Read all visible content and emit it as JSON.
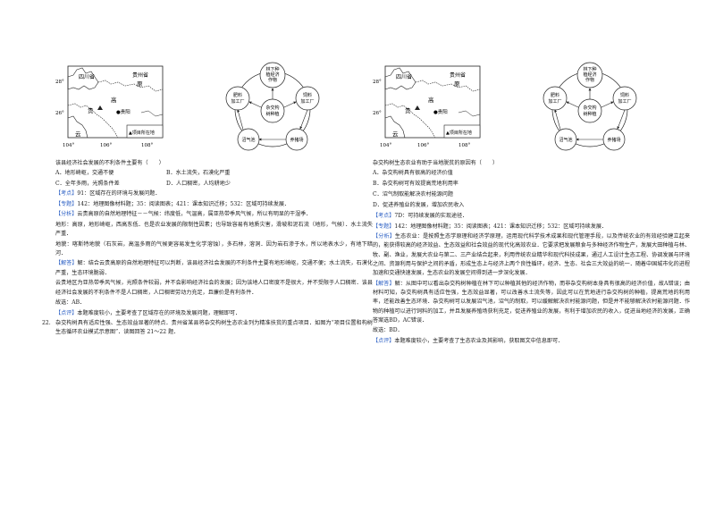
{
  "map": {
    "labels": {
      "sichuan": "四川省",
      "guizhou_line1": "贵州省",
      "guizhou_line2": "原",
      "gao": "高",
      "gui": "贵",
      "guiyang": "●贵阳",
      "yun": "云",
      "lat28": "28°",
      "lat26": "26°",
      "lon104": "104°",
      "lon106": "106°",
      "lon108": "108°",
      "legend": "▲项目所在地"
    }
  },
  "flow": {
    "nodes": {
      "top_l1": "林下种",
      "top_l2": "植经济",
      "top_l3": "作物",
      "left_l1": "肥料",
      "left_l2": "加工厂",
      "right_l1": "饲料",
      "right_l2": "加工厂",
      "center_l1": "杂交构",
      "center_l2": "树种植",
      "bottom_left": "沼气池",
      "bottom_right": "养猪场"
    }
  },
  "left": {
    "question_intro": "该县经济社会发展的不利条件主要有（　　）",
    "options": [
      "A．地形崎岖，交通不便",
      "B．水土流失，石漠化严重",
      "C．全年多雨，光照条件差",
      "D．人口稠密，人均耕地少"
    ],
    "kaodian_tag": "【考点】",
    "kaodian_text": "91：区域存在的环境与发展问题．",
    "zhuanti_tag": "【专题】",
    "zhuanti_text": "142：地理图像材料题；35：阅读图表；421：课本知识迁移；532：区域可持续发展．",
    "fenxi_tag": "【分析】",
    "fenxi_p1": "云贵高原的自然地理特征－－气候：纬度低，气温高，属亚热带季风气候，所以有明显的干湿季．",
    "fenxi_p2": "地形：高原，地形崎岖，西高东低．也是农业发展的限制性因素；也导致容易有地质灾害，滑坡和泥石流（地形，气候）．水土流失严重．",
    "fenxi_p3": "地貌：喀斯特地貌（石灰岩，高温多雨的气候更容易发生化学溶蚀），多石林，溶洞．因为岩石渗于水，所以地表水少，有地下暗河．",
    "jieda_tag": "【解答】",
    "jieda_p1": "解：结合云贵高原的自然地理特征可以判断，该县经济社会发展的不利条件主要有地形崎岖，交通不便；水土流失，石漠化严重，生态环境脆弱．",
    "jieda_p2": "云贵地区为亚热带季风气候，光照条件较弱，并不会影响经济社会的发展；因为该地人口密度不是很大，并不受限于人口稠密．该县经济社会发展的不利条件不是人口稠密，人口稠密劳动力充足，且廉价是有利条件．",
    "guda": "故选：AB．",
    "dianping_tag": "【点评】",
    "dianping_text": "本题难度较小，主要考查了区域存在的环境及发展问题，理解即可．",
    "q22_num": "22.",
    "q22_text": "杂交构树具有适应性强、生态效益显著的特点．贵州省某县将杂交构树生态农业列为精准扶贫的重点项目．如图为“项目位置和构树生态循环农业模式示意图”．读图回答 21～22 题．"
  },
  "right": {
    "question_intro": "杂交构树生态农业有助于当地脱贫的原因有（　　）",
    "options": [
      "A．杂交构树具有很高的经济价值",
      "B．杂交构树可有效提高荒地利用率",
      "C．沼气制取能解决农村能源问题",
      "D．促进养殖业的发展，增加农民收入"
    ],
    "kaodian_tag": "【考点】",
    "kaodian_text": "7D：可持续发展的实现途径．",
    "zhuanti_tag": "【专题】",
    "zhuanti_text": "142：地理图像材料题；35：阅读图表；421：课本知识迁移；532：区域可持续发展．",
    "fenxi_tag": "【分析】",
    "fenxi_text": "生态农业：是按照生态学原理和经济学原理，运用现代科学技术成果和现代管理手段，以及传统农业的有效经验建立起来的，能获得较高的经济效益、生态效益和社会效益的现代化高效农业．它要求把发展粮食与多种经济作物生产，发展大田种植与林、牧、副、渔业，发展大农业与第二、三产业结合起来，利用传统农业精华和现代科技成果，通过人工设计生态工程、协调发展与环境之间、资源利用与保护之间的矛盾，形成生态上与经济上两个良性循环，经济、生态、社会三大效益的统一．随着中国城市化的进程加速和交通快速发展，生态农业的发展空间得到进一步深化发展．",
    "jieda_tag": "【解答】",
    "jieda_text": "解：从图中可以看出杂交构树种植在林下可以种植其他的经济作物，而非杂交构树本身具有很高的经济价值，故A错误；由材料可知，杂交构树具有适应性强，生态效益显著，可以改善水土流失等，因此可以在荒地进行杂交构树的种植，提高荒地的利用率，还能改善生态环境．杂交构树可以发展沼气池，沼气的制取，可以缓解解决农村能源问题，但是并不能够解决农村能源问题．作物的种植可以进行饲料的加工，并且发展养殖场获利充足，促进养殖业的发展，有利于增加农民的收入，促进当地经济的发展，正确答案选BD，AC错误．",
    "guda": "故选：BD．",
    "dianping_tag": "【点评】",
    "dianping_text": "本题难度较小，主要考查了生态农业及其影响，获取图文中信息即可．"
  }
}
